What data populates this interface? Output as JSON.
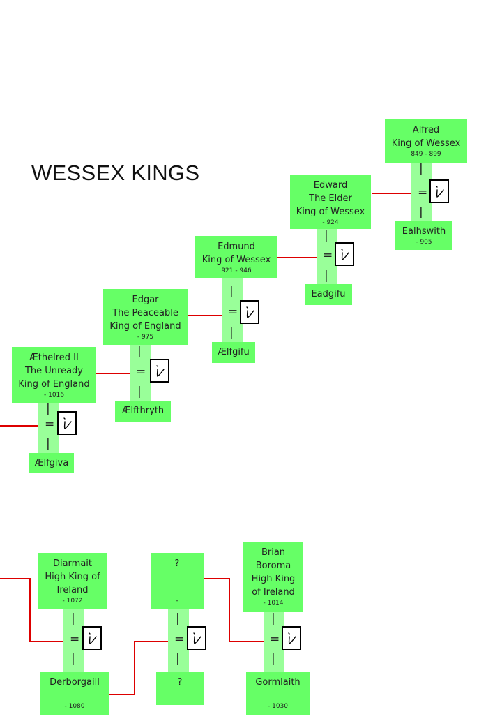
{
  "title": "WESSEX KINGS",
  "couples": {
    "alfred": {
      "husband": [
        "Alfred",
        "King of Wessex"
      ],
      "husband_dates": "849 - 899",
      "wife": [
        "Ealhswith"
      ],
      "wife_dates": "- 905"
    },
    "edward": {
      "husband": [
        "Edward",
        "The Elder",
        "King of Wessex"
      ],
      "husband_dates": "- 924",
      "wife": [
        "Eadgifu"
      ],
      "wife_dates": ""
    },
    "edmund": {
      "husband": [
        "Edmund",
        "King of Wessex"
      ],
      "husband_dates": "921 - 946",
      "wife": [
        "Ælfgifu"
      ],
      "wife_dates": ""
    },
    "edgar": {
      "husband": [
        "Edgar",
        "The Peaceable",
        "King of England"
      ],
      "husband_dates": "- 975",
      "wife": [
        "Ælfthryth"
      ],
      "wife_dates": ""
    },
    "aethelred": {
      "husband": [
        "Æthelred II",
        "The Unready",
        "King of England"
      ],
      "husband_dates": "- 1016",
      "wife": [
        "Ælfgiva"
      ],
      "wife_dates": ""
    },
    "diarmait": {
      "husband": [
        "Diarmait",
        "High King of",
        "Ireland"
      ],
      "husband_dates": "- 1072",
      "wife": [
        "Derborgaill"
      ],
      "wife_dates": "- 1080"
    },
    "unknown": {
      "husband": [
        "?"
      ],
      "husband_dates": "-",
      "wife": [
        "?"
      ],
      "wife_dates": ""
    },
    "brian": {
      "husband": [
        "Brian",
        "Boroma",
        "High King",
        "of Ireland"
      ],
      "husband_dates": "- 1014",
      "wife": [
        "Gormlaith"
      ],
      "wife_dates": "- 1030"
    }
  },
  "symbols": {
    "bar": "|",
    "equals": "="
  },
  "colors": {
    "box": "#66ff66",
    "stem": "#99ff99",
    "link": "#dd0000"
  }
}
